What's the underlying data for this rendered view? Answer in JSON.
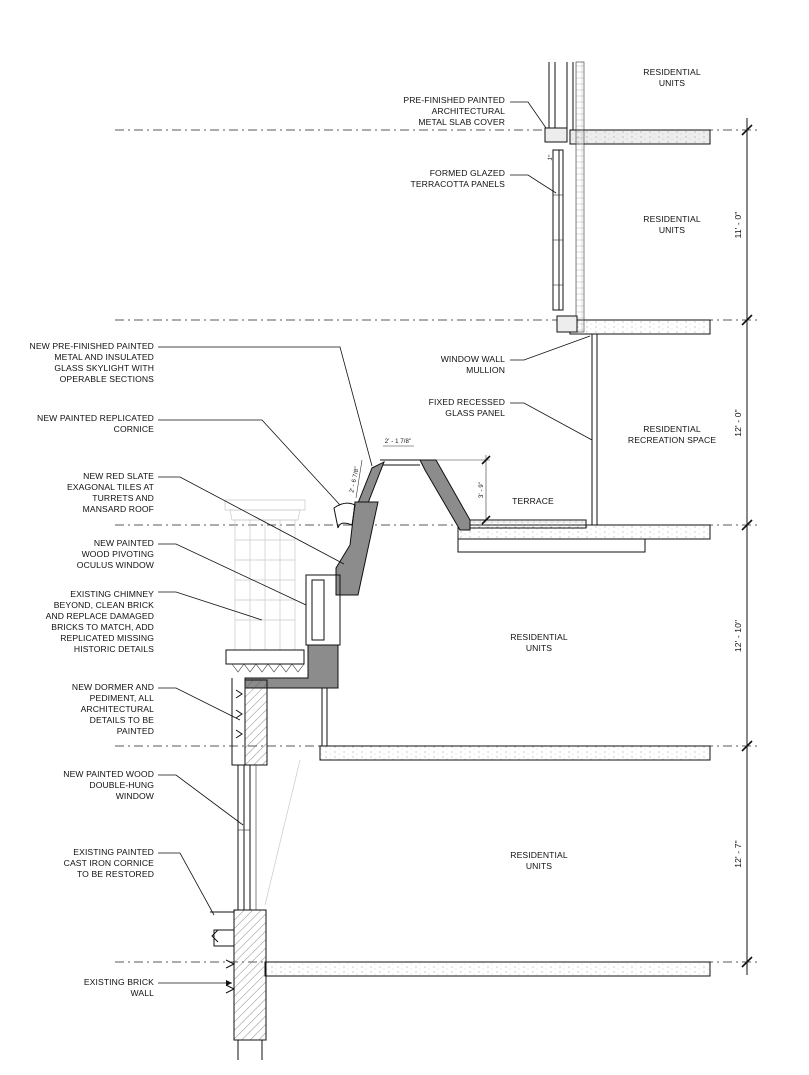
{
  "callouts": [
    {
      "id": "slab-cover",
      "lines": [
        "PRE-FINISHED PAINTED",
        "ARCHITECTURAL",
        "METAL SLAB COVER"
      ]
    },
    {
      "id": "terracotta",
      "lines": [
        "FORMED GLAZED",
        "TERRACOTTA PANELS"
      ]
    },
    {
      "id": "skylight",
      "lines": [
        "NEW PRE-FINISHED PAINTED",
        "METAL AND INSULATED",
        "GLASS  SKYLIGHT WITH",
        "OPERABLE SECTIONS"
      ]
    },
    {
      "id": "cornice-new",
      "lines": [
        "NEW PAINTED REPLICATED",
        "CORNICE"
      ]
    },
    {
      "id": "slate",
      "lines": [
        "NEW  RED SLATE",
        "EXAGONAL TILES  AT",
        "TURRETS AND",
        "MANSARD ROOF"
      ]
    },
    {
      "id": "oculus",
      "lines": [
        "NEW PAINTED",
        "WOOD PIVOTING",
        "OCULUS WINDOW"
      ]
    },
    {
      "id": "chimney",
      "lines": [
        "EXISTING CHIMNEY",
        "BEYOND, CLEAN BRICK",
        "AND REPLACE DAMAGED",
        "BRICKS TO MATCH, ADD",
        "REPLICATED MISSING",
        "HISTORIC DETAILS"
      ]
    },
    {
      "id": "dormer",
      "lines": [
        "NEW DORMER AND",
        "PEDIMENT, ALL",
        "ARCHITECTURAL",
        "DETAILS TO BE",
        "PAINTED"
      ]
    },
    {
      "id": "double-hung",
      "lines": [
        "NEW PAINTED WOOD",
        "DOUBLE-HUNG",
        "WINDOW"
      ]
    },
    {
      "id": "cast-iron",
      "lines": [
        "EXISTING PAINTED",
        "CAST IRON CORNICE",
        "TO BE RESTORED"
      ]
    },
    {
      "id": "brick-wall",
      "lines": [
        "EXISTING BRICK",
        "WALL"
      ]
    },
    {
      "id": "mullion",
      "lines": [
        "WINDOW WALL",
        "MULLION"
      ]
    },
    {
      "id": "glass-panel",
      "lines": [
        "FIXED RECESSED",
        "GLASS PANEL"
      ]
    }
  ],
  "rooms": [
    {
      "id": "res-top",
      "lines": [
        "RESIDENTIAL",
        "UNITS"
      ]
    },
    {
      "id": "res-2",
      "lines": [
        "RESIDENTIAL",
        "UNITS"
      ]
    },
    {
      "id": "recreation",
      "lines": [
        "RESIDENTIAL",
        "RECREATION SPACE"
      ]
    },
    {
      "id": "terrace",
      "lines": [
        "TERRACE"
      ]
    },
    {
      "id": "res-3",
      "lines": [
        "RESIDENTIAL",
        "UNITS"
      ]
    },
    {
      "id": "res-4",
      "lines": [
        "RESIDENTIAL",
        "UNITS"
      ]
    }
  ],
  "floor_heights": [
    "11' - 0\"",
    "12' - 0\"",
    "12' - 10\"",
    "12' - 7\""
  ],
  "dims": {
    "skylight_width": "2' - 1 7/8\"",
    "skylight_rise": "2' - 6 7/8\"",
    "parapet": "3' - 9\"",
    "slab_gap": "1\""
  }
}
